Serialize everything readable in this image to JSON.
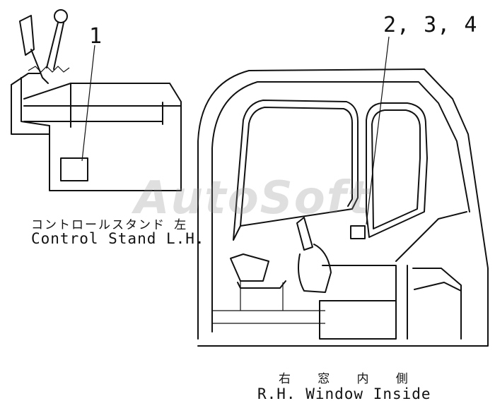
{
  "callouts": {
    "left": "1",
    "right": "2, 3, 4"
  },
  "captions": {
    "left_jp": "コントロールスタンド 左",
    "left_en": "Control Stand L.H.",
    "right_jp": "右 窓 内 側",
    "right_en": "R.H. Window Inside"
  },
  "watermark": "AutoSoft"
}
